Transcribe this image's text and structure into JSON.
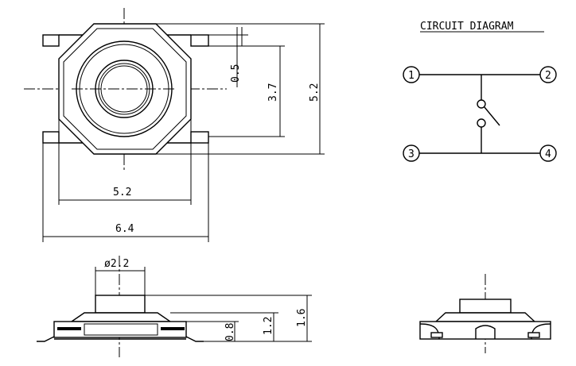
{
  "circuit": {
    "title": "CIRCUIT DIAGRAM",
    "pins": [
      "1",
      "2",
      "3",
      "4"
    ]
  },
  "dimensions": {
    "top_view": {
      "lead_width": "0.5",
      "lead_pitch": "3.7",
      "body_height": "5.2",
      "body_width": "5.2",
      "overall_width": "6.4"
    },
    "side_view": {
      "actuator_diameter": "ø2.2",
      "base_height": "0.8",
      "body_height": "1.2",
      "total_height": "1.6"
    }
  }
}
